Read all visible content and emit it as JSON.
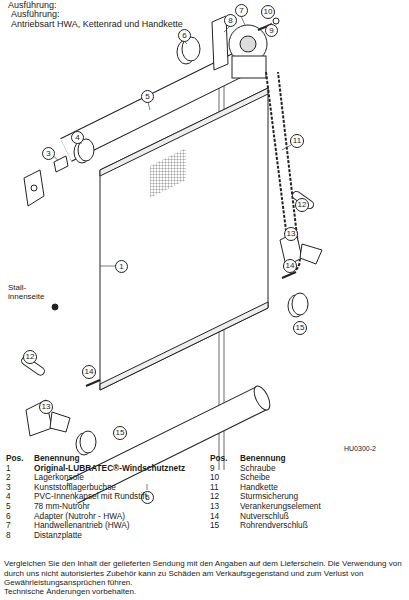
{
  "diagram": {
    "nodes": [
      {
        "text": [
          "7"
        ]
      },
      {
        "text": [
          "8"
        ]
      },
      {
        "text": [
          "10"
        ]
      },
      {
        "text": [
          "6"
        ]
      },
      {
        "text": [
          "9"
        ]
      },
      {
        "text": [
          "5"
        ]
      },
      {
        "text": [
          "4"
        ]
      },
      {
        "text": [
          "3"
        ]
      },
      {
        "text": [
          "11"
        ]
      },
      {
        "text": [
          "12"
        ]
      },
      {
        "text": [
          "13"
        ]
      },
      {
        "text": [
          "1"
        ]
      },
      {
        "text": [
          "14"
        ]
      },
      {
        "text": [
          "15"
        ]
      },
      {
        "text": [
          "12"
        ]
      },
      {
        "text": [
          "14"
        ]
      },
      {
        "text": [
          "13"
        ]
      },
      {
        "text": [
          "15"
        ]
      },
      {
        "text": [
          "5"
        ]
      }
    ],
    "labels": [
      "Ausführung:",
      "Ausführung:",
      "Antriebsart HWA, Kettenrad und Handkette",
      "Stall- innenseite",
      "HU0300-2",
      "Pos.",
      "Benennung",
      "1",
      "Original-LUBRATEC®-Windschutznetz",
      "2",
      "Lagerkonsole",
      "3",
      "Kunststofflagerbuchse",
      "4",
      "PVC-Innenkapsel mit Rundstift",
      "5",
      "78 mm-Nutrohr",
      "6",
      "Adapter (Nutrohr - HWA)",
      "7",
      "Handwellenantrieb (HWA)",
      "8",
      "Distanzplatte",
      "Pos.",
      "Benennung",
      "9",
      "Schraube",
      "10",
      "Scheibe",
      "11",
      "Handkette",
      "12",
      "Sturmsicherung",
      "13",
      "Verankerungselement",
      "14",
      "Nutverschluß",
      "15",
      "Rohrendverschluß",
      "Vergleichen Sie den Inhalt der gelieferten Sendung mit den Angaben auf dem Lieferschein. Die Verwendung von durch uns nicht autorisiertes Zubehör kann zu Schäden am Verkaufsgegenstand und zum Verlust von Gewährleistungsansprüchen führen.",
      "Technische Änderungen vorbehalten."
    ]
  }
}
